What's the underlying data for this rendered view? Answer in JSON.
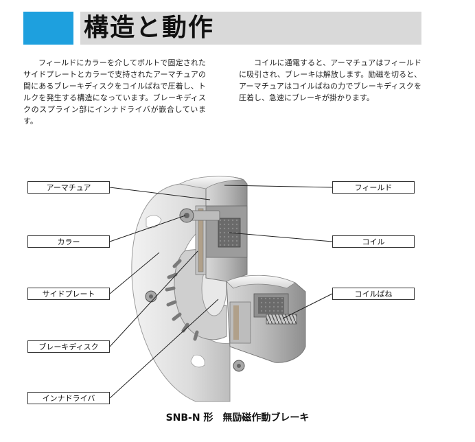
{
  "title": "構造と動作",
  "paragraphs": [
    "フィールドにカラーを介してボルトで固定されたサイドプレートとカラーで支持されたアーマチュアの間にあるブレーキディスクをコイルばねで圧着し、トルクを発生する構造になっています。ブレーキディスクのスプライン部にインナドライバが嵌合しています。",
    "コイルに通電すると、アーマチュアはフィールドに吸引され、ブレーキは解放します。励磁を切ると、アーマチュアはコイルばねの力でブレーキディスクを圧着し、急速にブレーキが掛かります。"
  ],
  "labels": {
    "armature": "アーマチュア",
    "collar": "カラー",
    "side_plate": "サイドプレート",
    "brake_disc": "ブレーキディスク",
    "inner_driver": "インナドライバ",
    "field": "フィールド",
    "coil": "コイル",
    "coil_spring": "コイルばね"
  },
  "caption": "SNB-N 形　無励磁作動ブレーキ",
  "colors": {
    "accent": "#1ea0de",
    "title_bar": "#d9d9d9"
  }
}
